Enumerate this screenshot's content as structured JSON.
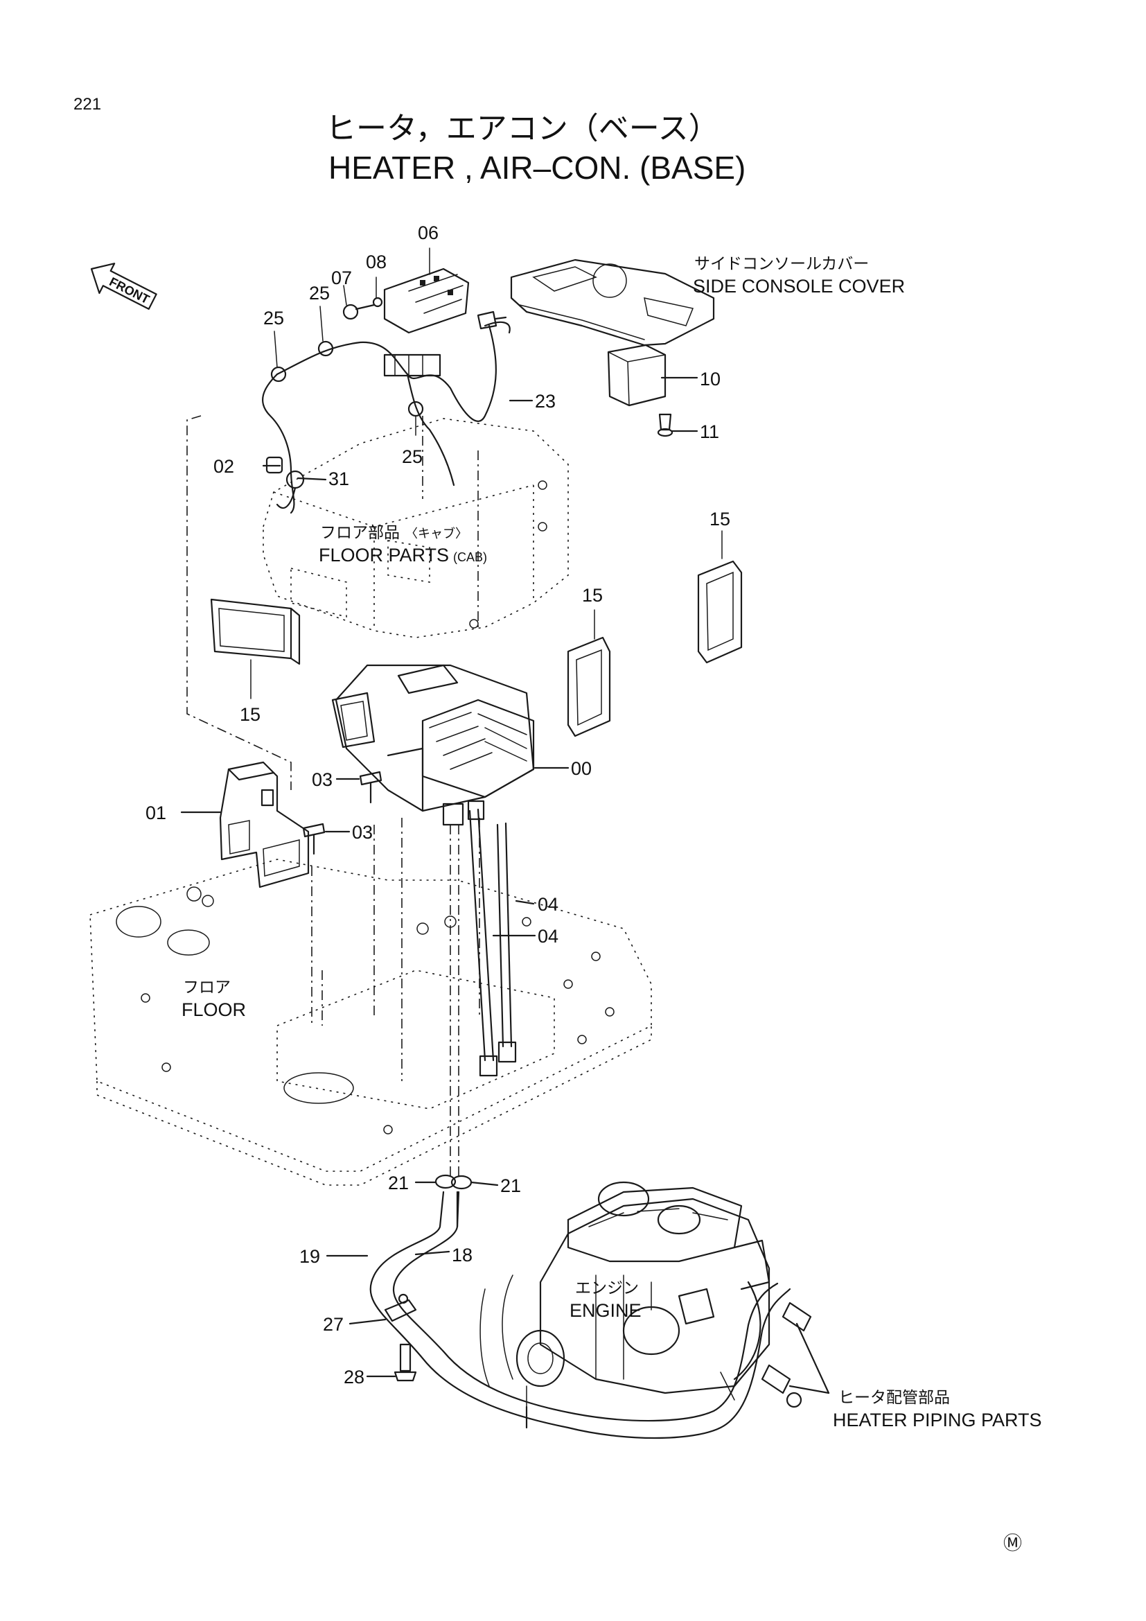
{
  "page_number": "221",
  "title_jp": "ヒータ，エアコン（ベース）",
  "title_en": "HEATER , AIR–CON. (BASE)",
  "front_label": "FRONT",
  "marker": "Ⓜ",
  "labels": {
    "side_console_jp": "サイドコンソールカバー",
    "side_console_en": "SIDE CONSOLE COVER",
    "floor_parts_jp": "フロア部品",
    "floor_parts_jp_sub": "〈キャブ〉",
    "floor_parts_en": "FLOOR PARTS",
    "floor_parts_en_sub": "(CAB)",
    "floor_jp": "フロア",
    "floor_en": "FLOOR",
    "engine_jp": "エンジン",
    "engine_en": "ENGINE",
    "heater_piping_jp": "ヒータ配管部品",
    "heater_piping_en": "HEATER PIPING PARTS"
  },
  "parts": {
    "p06": "06",
    "p08": "08",
    "p07": "07",
    "p25a": "25",
    "p25b": "25",
    "p25c": "25",
    "p23": "23",
    "p10": "10",
    "p11": "11",
    "p02": "02",
    "p31": "31",
    "p15a": "15",
    "p15b": "15",
    "p15c": "15",
    "p03a": "03",
    "p03b": "03",
    "p00": "00",
    "p01": "01",
    "p04a": "04",
    "p04b": "04",
    "p21a": "21",
    "p21b": "21",
    "p19": "19",
    "p18": "18",
    "p27": "27",
    "p28": "28"
  }
}
